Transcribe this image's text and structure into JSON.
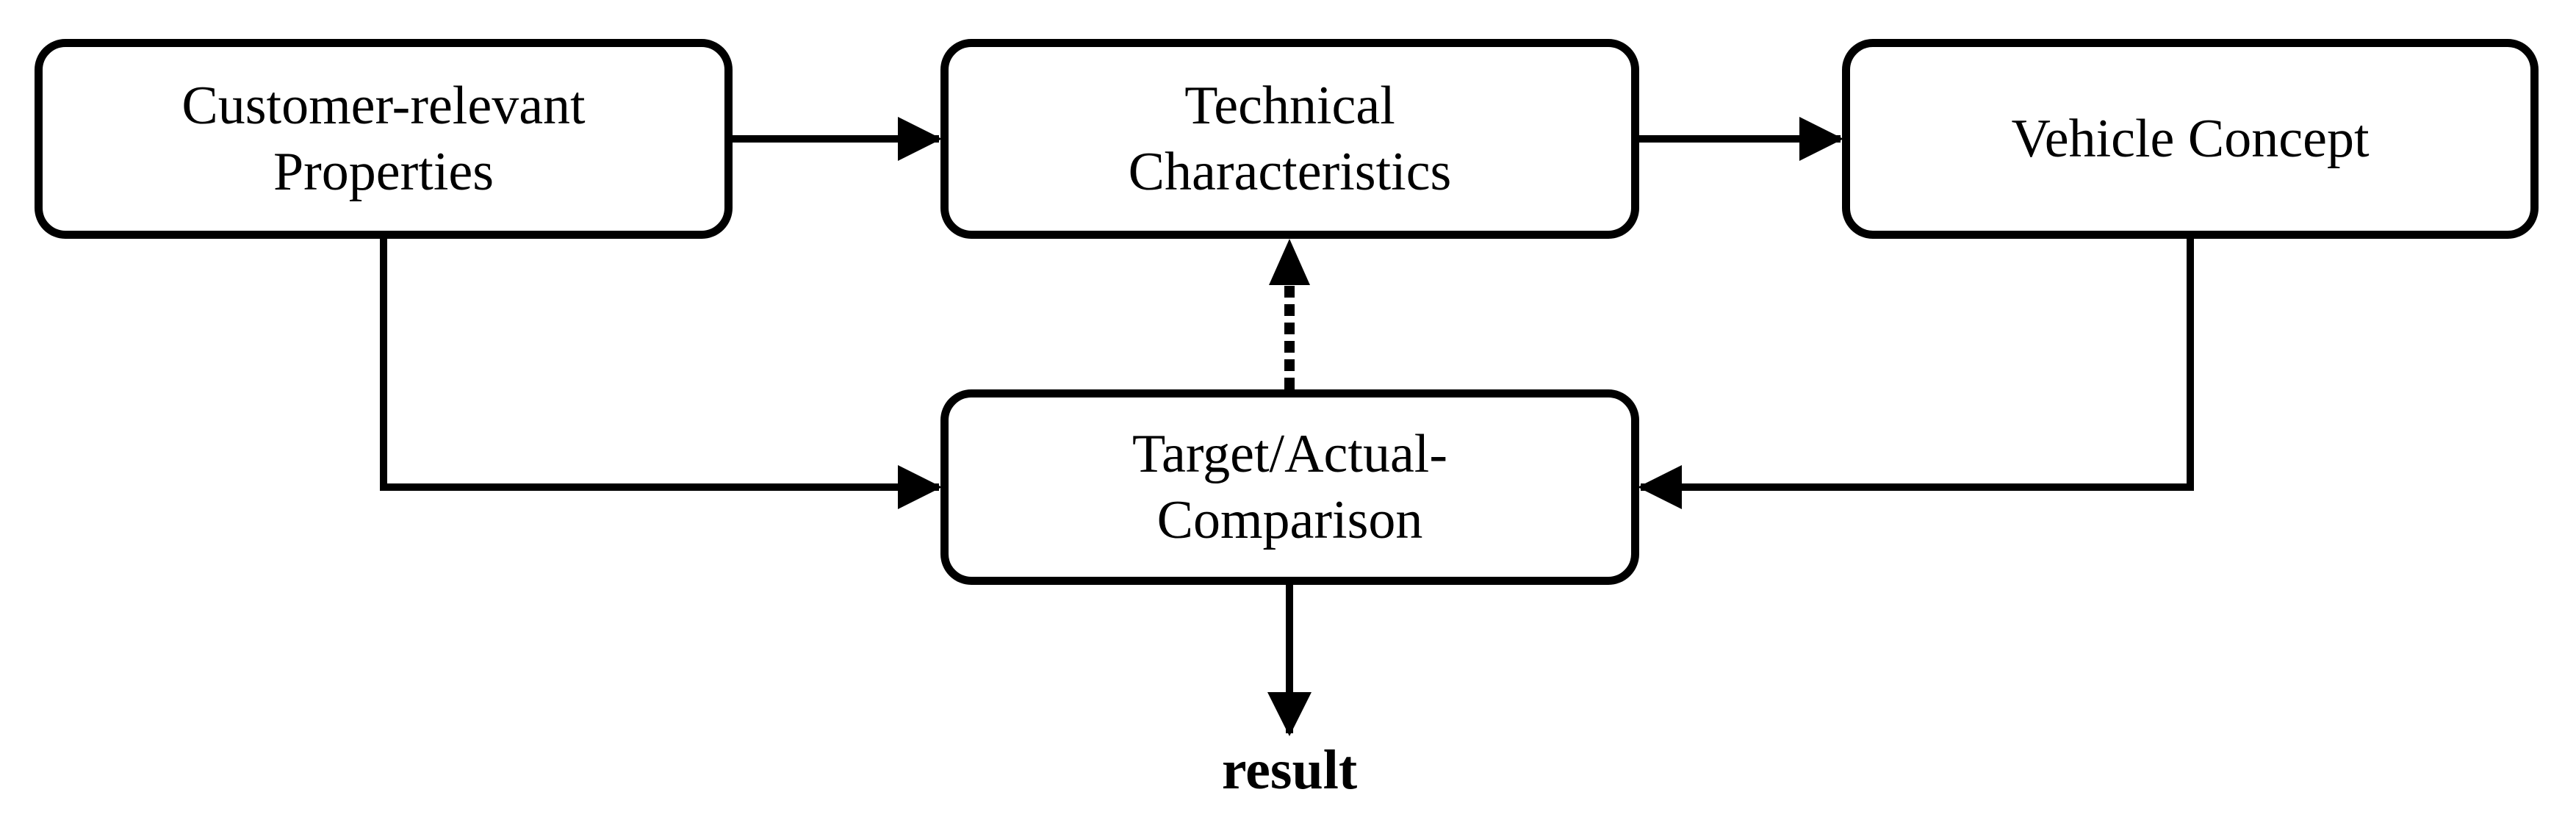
{
  "diagram": {
    "nodes": {
      "customer": {
        "label": "Customer-relevant\nProperties"
      },
      "technical": {
        "label": "Technical\nCharacteristics"
      },
      "vehicle": {
        "label": "Vehicle Concept"
      },
      "target": {
        "label": "Target/Actual-\nComparison"
      }
    },
    "output": {
      "label": "result"
    },
    "edges": [
      {
        "from": "customer",
        "to": "technical",
        "style": "solid"
      },
      {
        "from": "technical",
        "to": "vehicle",
        "style": "solid"
      },
      {
        "from": "customer",
        "to": "target",
        "style": "solid"
      },
      {
        "from": "vehicle",
        "to": "target",
        "style": "solid"
      },
      {
        "from": "target",
        "to": "technical",
        "style": "dotted"
      },
      {
        "from": "target",
        "to": "result",
        "style": "solid"
      }
    ],
    "colors": {
      "stroke": "#000000",
      "fill": "#ffffff",
      "text": "#000000"
    }
  }
}
